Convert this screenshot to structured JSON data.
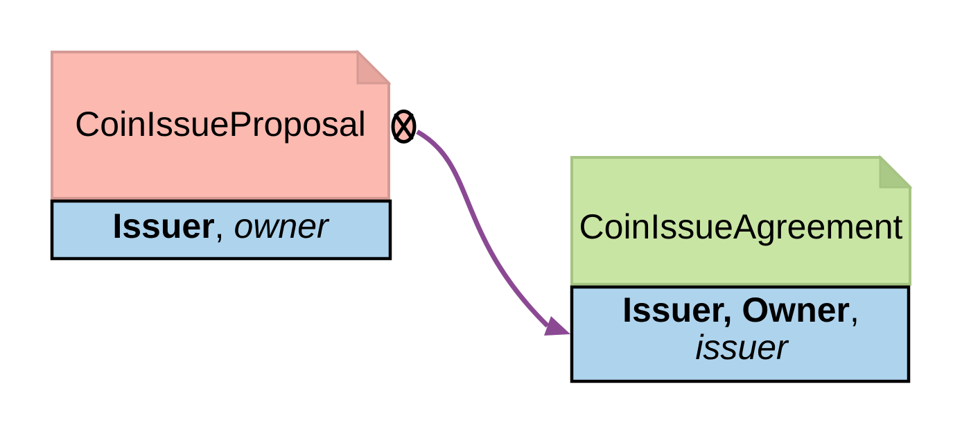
{
  "canvas": {
    "background": "#ffffff"
  },
  "notes": {
    "proposal": {
      "title": "CoinIssueProposal",
      "fill": "#FBB9B0",
      "border": "#D59A94",
      "fold_fill": "#E6A69E",
      "signatories": "Issuer",
      "separator": ", ",
      "controllers": "owner"
    },
    "agreement": {
      "title": "CoinIssueAgreement",
      "fill": "#C9E5A4",
      "border": "#A5C482",
      "fold_fill": "#AAC886",
      "signatories": "Issuer, Owner",
      "separator": ",",
      "controllers": "issuer"
    }
  },
  "parties_bar": {
    "fill": "#AED3ED",
    "border": "#000000"
  },
  "connector": {
    "symbol": "circled-x",
    "color": "#8B4994",
    "from": "CoinIssueProposal",
    "to": "CoinIssueAgreement"
  }
}
